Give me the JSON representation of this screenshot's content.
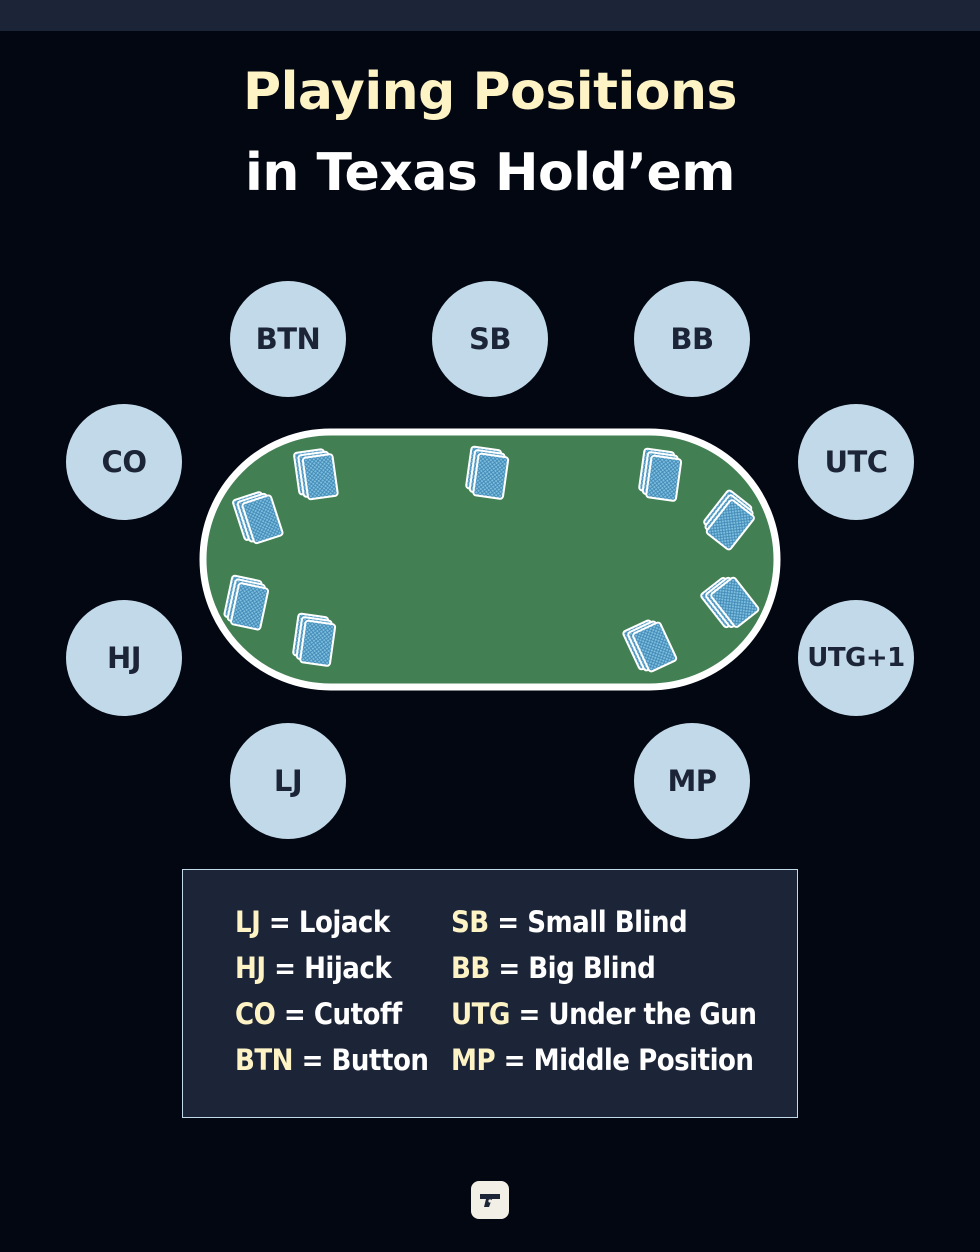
{
  "title": {
    "line1": "Playing Positions",
    "line2": "in Texas Hold’em"
  },
  "seats": [
    {
      "id": "btn",
      "label": "BTN"
    },
    {
      "id": "sb",
      "label": "SB"
    },
    {
      "id": "bb",
      "label": "BB"
    },
    {
      "id": "co",
      "label": "CO"
    },
    {
      "id": "utc",
      "label": "UTC"
    },
    {
      "id": "hj",
      "label": "HJ"
    },
    {
      "id": "utg1",
      "label": "UTG+1"
    },
    {
      "id": "lj",
      "label": "LJ"
    },
    {
      "id": "mp",
      "label": "MP"
    }
  ],
  "legend": {
    "left": [
      {
        "abbr": "LJ",
        "text": "= Lojack"
      },
      {
        "abbr": "HJ",
        "text": "= Hijack"
      },
      {
        "abbr": "CO",
        "text": "= Cutoff"
      },
      {
        "abbr": "BTN",
        "text": "= Button"
      }
    ],
    "right": [
      {
        "abbr": "SB",
        "text": "= Small Blind"
      },
      {
        "abbr": "BB",
        "text": "= Big Blind"
      },
      {
        "abbr": "UTG",
        "text": "= Under the Gun"
      },
      {
        "abbr": "MP",
        "text": "= Middle Position"
      }
    ]
  },
  "colors": {
    "background": "#030712",
    "title_accent": "#fdf3c4",
    "seat_fill": "#c1d9e8",
    "seat_text": "#1c2438",
    "felt": "#427f53",
    "table_rail": "#ffffff",
    "card_fill": "#7fbfe0",
    "legend_bg": "#1c2438"
  },
  "icons": {
    "logo": "gun-logo-icon",
    "card": "card-stack-icon"
  }
}
